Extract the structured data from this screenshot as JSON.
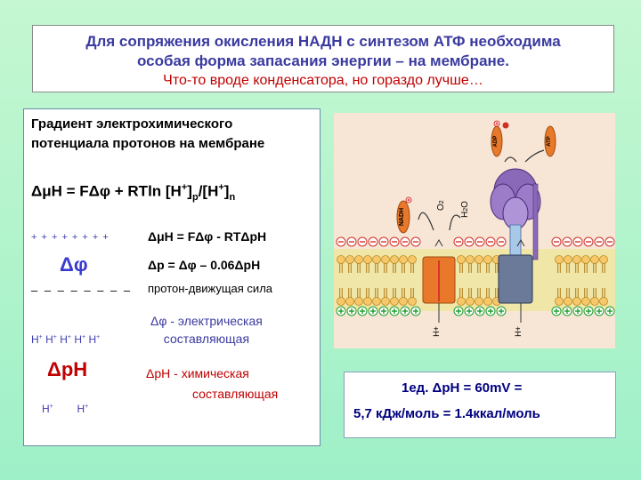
{
  "title": {
    "line1": "Для сопряжения окисления НАДН с синтезом АТФ необходима",
    "line2": "особая форма запасания энергии – на мембране.",
    "line3": "Что-то вроде конденсатора, но гораздо лучше…"
  },
  "left_panel": {
    "heading_line1": "Градиент электрохимического",
    "heading_line2": "потенциала протонов на мембране",
    "formula_main": "ΔμH = FΔφ + RTln [H",
    "formula_p": "p",
    "formula_mid": "/[H",
    "formula_n": "n",
    "plus_row": "+ + + + + + + +",
    "eq_potential": "ΔμH = FΔφ - RTΔpH",
    "delta_phi": "Δφ",
    "eq_proton": "Δp = Δφ – 0.06ΔpH",
    "minus_row": "– – – – – – – –",
    "proton_force": "протон-движущая сила",
    "electric_line1": "Δφ - электрическая",
    "electric_line2": "составляющая",
    "h": "H",
    "h_sup": "+",
    "delta_ph": "ΔpH",
    "chemical_line1": "ΔpH - химическая",
    "chemical_line2": "составляющая"
  },
  "diagram": {
    "nadh": "NADH",
    "o2": "O",
    "o2_sub": "2",
    "h2o": "H",
    "h2o_tail": "O",
    "adp": "ADP",
    "atp": "ATP",
    "h_plus": "H+"
  },
  "info": {
    "line1": "1ед.  ΔpH  =  60mV  =",
    "line2": "5,7 кДж/моль = 1.4ккал/моль"
  },
  "colors": {
    "title_blue": "#3a3aa0",
    "title_red": "#c00000",
    "membrane_head": "#f6c86a",
    "complex_orange": "#e8782a",
    "atp_synthase": "#8a6ab8",
    "proton_green": "#1f9e2e",
    "info_blue": "#000080"
  }
}
